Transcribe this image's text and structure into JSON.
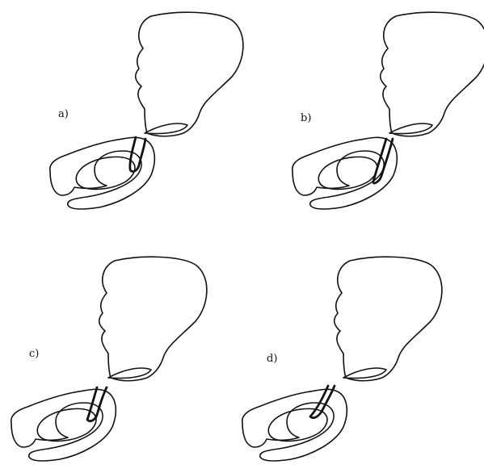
{
  "figure": {
    "panels": [
      {
        "id": "a",
        "label": "a)"
      },
      {
        "id": "b",
        "label": "b)"
      },
      {
        "id": "c",
        "label": "c)"
      },
      {
        "id": "d",
        "label": "d)"
      }
    ]
  },
  "colors": {
    "stroke": "#111111",
    "background": "#ffffff"
  }
}
